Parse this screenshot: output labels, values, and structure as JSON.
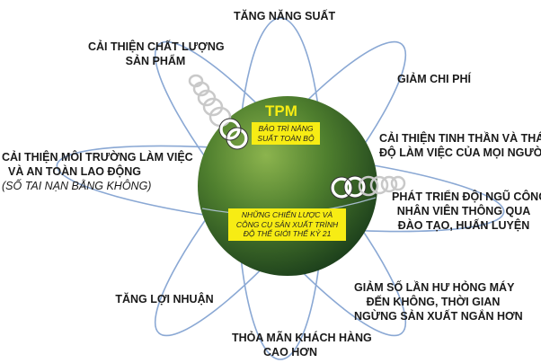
{
  "center": {
    "title": "TPM",
    "box_top": [
      "BẢO TRÌ",
      "NĂNG SUẤT",
      "TOÀN BỘ"
    ],
    "box_bottom": [
      "NHỮNG CHIẾN LƯỢC VÀ CÔNG",
      "CỤ SẢN XUẤT TRÌNH ĐỘ THẾ",
      "GIỚI THẾ KỶ 21"
    ]
  },
  "labels": {
    "top": [
      "TĂNG NĂNG SUẤT"
    ],
    "top_left": [
      "CẢI THIỆN CHẤT LƯỢNG",
      "SẢN PHẨM"
    ],
    "top_right": [
      "GIẢM CHI PHÍ"
    ],
    "right_upper": [
      "CẢI THIỆN TINH THẦN VÀ THÁI",
      "ĐỘ LÀM VIỆC CỦA MỌI NGƯỜI"
    ],
    "right_middle": [
      "PHÁT TRIỂN ĐỘI NGŨ CÔNG",
      "NHÂN VIÊN THÔNG QUA",
      "ĐÀO TẠO, HUẤN LUYỆN"
    ],
    "left": [
      "CẢI THIỆN MÔI TRƯỜNG LÀM VIỆC",
      "VÀ AN TOÀN LAO ĐỘNG"
    ],
    "left_note": "(SỐ TAI NẠN BẰNG KHÔNG)",
    "bottom_left": [
      "TĂNG LỢI NHUẬN"
    ],
    "bottom_right": [
      "GIẢM SỐ LẦN HƯ HỎNG MÁY",
      "ĐẾN KHÔNG, THỜI GIAN",
      "NGỪNG SẢN XUẤT NGẮN HƠN"
    ],
    "bottom": [
      "THỎA MÃN KHÁCH HÀNG",
      "CAO HƠN"
    ]
  },
  "colors": {
    "sphere_light": "#7fa346",
    "sphere_dark": "#1e4a1a",
    "orbit": "#8aa8d4",
    "box": "#f7ec14"
  }
}
